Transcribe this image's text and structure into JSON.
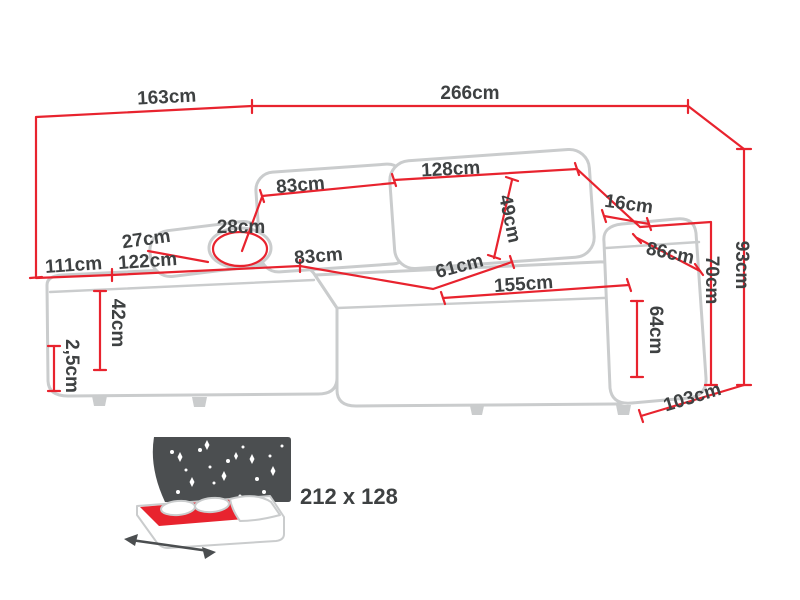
{
  "colors": {
    "background": "#ffffff",
    "dimension_red": "#e8232e",
    "sofa_outline": "#cacccd",
    "label_text": "#3e4142",
    "bed_dark": "#4b4e50",
    "bed_red": "#e8232e"
  },
  "dims": {
    "d163": "163cm",
    "d266": "266cm",
    "d128": "128cm",
    "d83_back": "83cm",
    "d28": "28cm",
    "d27": "27cm",
    "d111": "111cm",
    "d122": "122cm",
    "d83_seat": "83cm",
    "d61": "61cm",
    "d49": "49cm",
    "d16": "16cm",
    "d86": "86cm",
    "d93": "93cm",
    "d70": "70cm",
    "d155": "155cm",
    "d64": "64cm",
    "d42": "42cm",
    "d25": "2,5cm",
    "d103": "103cm"
  },
  "sleeping_area": {
    "label": "212 x 128"
  }
}
